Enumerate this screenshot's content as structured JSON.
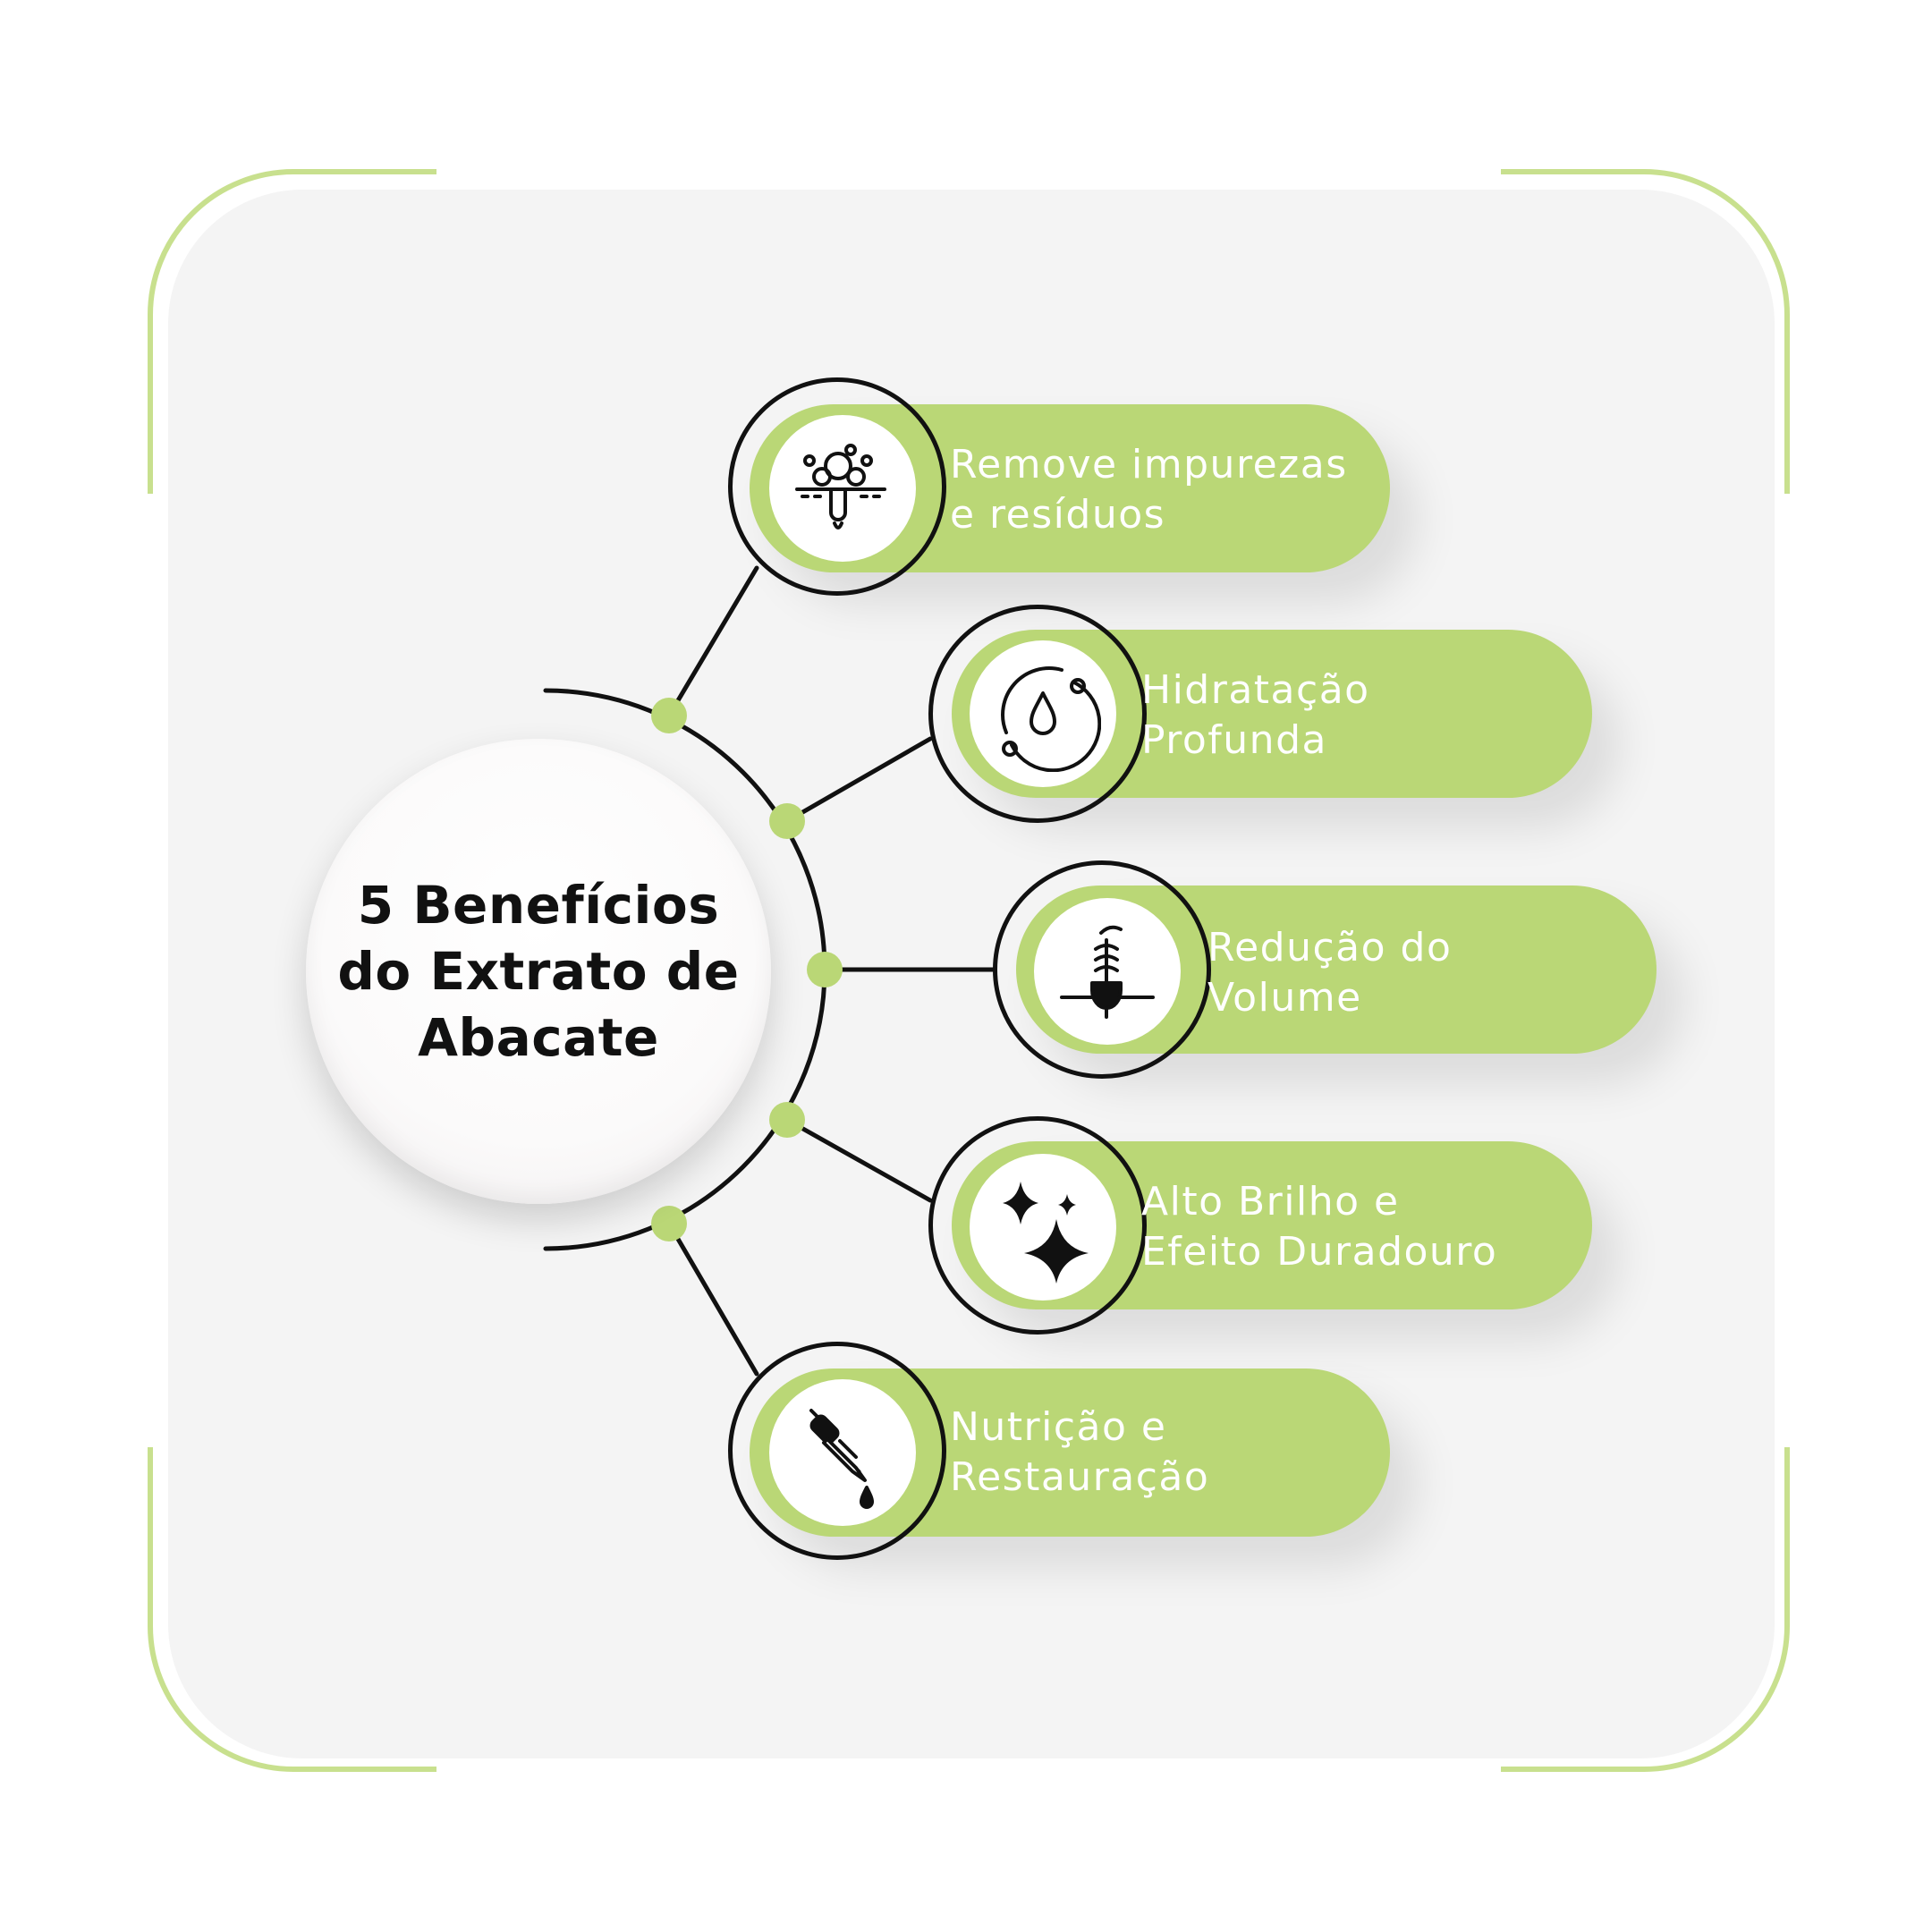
{
  "title": "5 Benefícios do Extrato de Abacate",
  "colors": {
    "accent": "#bad776",
    "frame": "#c8e08e",
    "line": "#111111",
    "background": "#f4f4f4"
  },
  "benefits": [
    {
      "label_line1": "Remove impurezas",
      "label_line2": "e resíduos",
      "icon": "cleansing-drop-icon"
    },
    {
      "label_line1": "Hidratação",
      "label_line2": "Profunda",
      "icon": "water-drop-orbit-icon"
    },
    {
      "label_line1": "Redução do",
      "label_line2": "Volume",
      "icon": "hair-follicle-icon"
    },
    {
      "label_line1": "Alto Brilho e",
      "label_line2": "Efeito Duradouro",
      "icon": "sparkles-icon"
    },
    {
      "label_line1": "Nutrição e",
      "label_line2": "Restauração",
      "icon": "dropper-icon"
    }
  ]
}
